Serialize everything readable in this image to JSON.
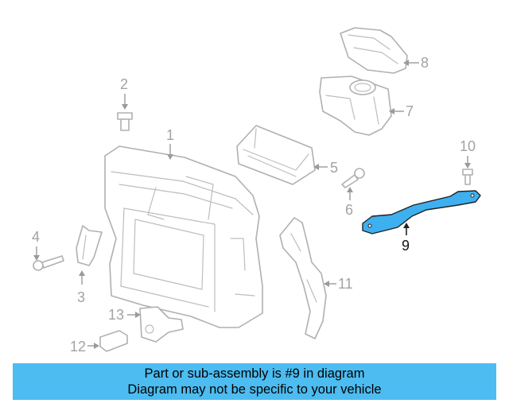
{
  "callouts": {
    "c1": "1",
    "c2": "2",
    "c3": "3",
    "c4": "4",
    "c5": "5",
    "c6": "6",
    "c7": "7",
    "c8": "8",
    "c9": "9",
    "c10": "10",
    "c11": "11",
    "c12": "12",
    "c13": "13"
  },
  "highlight": {
    "part_number": "9",
    "color": "#3eb0ef"
  },
  "banner": {
    "line1": "Part or sub-assembly is #9 in diagram",
    "line2": "Diagram may not be specific to your vehicle",
    "background": "#4dbcf0"
  }
}
